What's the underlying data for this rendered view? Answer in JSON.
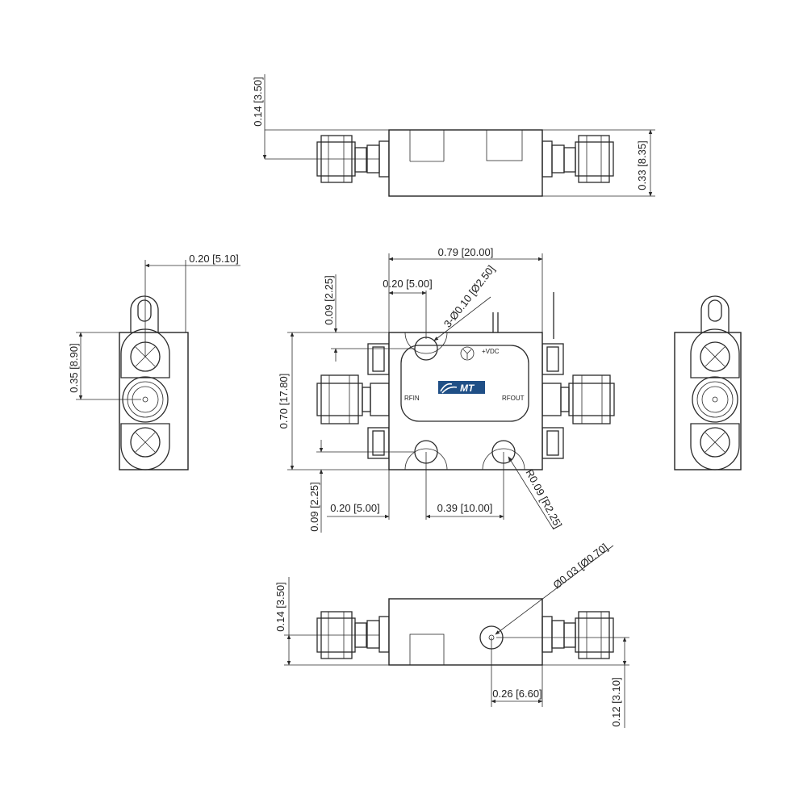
{
  "top_view": {
    "height_label": "0.14 [3.50]",
    "right_height_label": "0.33 [8.35]"
  },
  "front_view": {
    "width_label": "0.79 [20.00]",
    "hole_offset_label": "0.20 [5.00]",
    "hole_dia_label": "3-Ø0.10 [Ø2.50]",
    "top_edge_label": "0.09 [2.25]",
    "height_label": "0.70 [17.80]",
    "bottom_edge_label": "0.09 [2.25]",
    "bottom_left_label": "0.20 [5.00]",
    "bottom_mid_label": "0.39 [10.00]",
    "radius_label": "R0.09 [R2.25]",
    "logo_text": "MT",
    "vdc_label": "+VDC",
    "rfin_label": "RFIN",
    "rfout_label": "RFOUT"
  },
  "left_view": {
    "top_width_label": "0.20 [5.10]",
    "height_label": "0.35 [8.90]"
  },
  "bottom_view": {
    "left_height_label": "0.14 [3.50]",
    "pin_dia_label": "Ø0.03 [Ø0.70]",
    "pin_offset_label": "0.26 [6.60]",
    "pin_height_label": "0.12 [3.10]"
  },
  "colors": {
    "line": "#2a2a2a",
    "logo_blue": "#1f4f86",
    "background": "#ffffff"
  }
}
